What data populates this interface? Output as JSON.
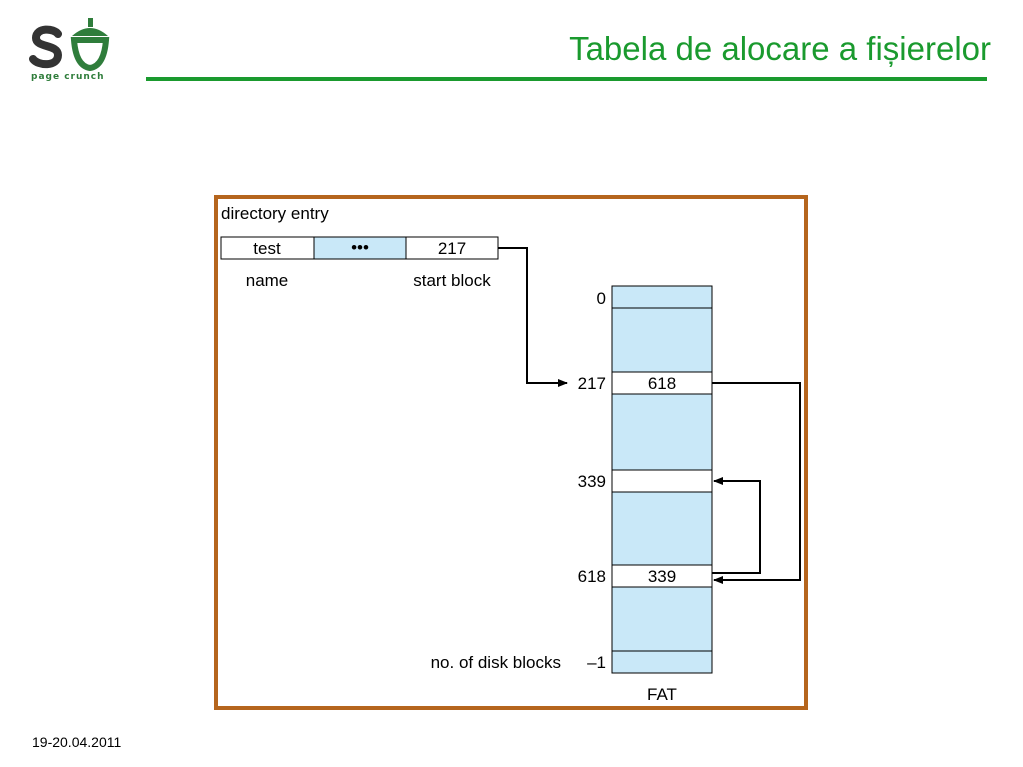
{
  "header": {
    "logo_text": "page crunch",
    "title": "Tabela de alocare a fișierelor"
  },
  "footer": {
    "date": "19-20.04.2011"
  },
  "diagram": {
    "directory_entry_label": "directory entry",
    "entry_cells": [
      "test",
      "•••",
      "217"
    ],
    "entry_labels": {
      "name": "name",
      "start_block": "start block"
    },
    "fat_rows": {
      "first": "0",
      "start": "217",
      "middle": "339",
      "next": "618",
      "last": "–1"
    },
    "fat_values": {
      "row_217": "618",
      "row_618": "339"
    },
    "disk_blocks_label": "no. of disk blocks",
    "fat_caption": "FAT",
    "colors": {
      "frame": "#b5651d",
      "cell_fill": "#c9e8f8",
      "accent": "#1a9a2e"
    }
  }
}
